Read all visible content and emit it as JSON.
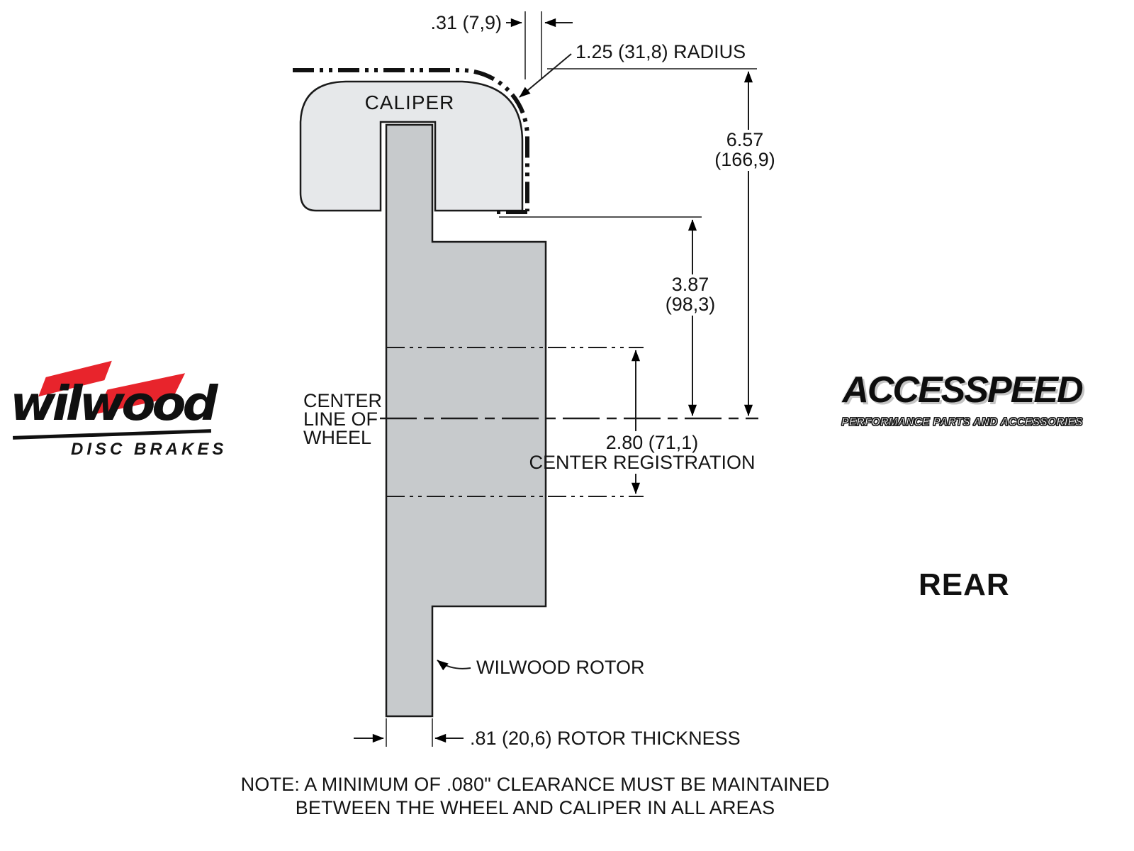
{
  "diagram": {
    "caliper_label": "CALIPER",
    "gap_dim": ".31 (7,9)",
    "radius_dim": "1.25 (31,8) RADIUS",
    "overall_height_dim_value": "6.57",
    "overall_height_dim_metric": "(166,9)",
    "caliper_height_dim_value": "3.87",
    "caliper_height_dim_metric": "(98,3)",
    "centerline_label_1": "CENTER",
    "centerline_label_2": "LINE OF",
    "centerline_label_3": "WHEEL",
    "registration_dim": "2.80 (71,1)",
    "registration_label": "CENTER REGISTRATION",
    "rotor_label": "WILWOOD ROTOR",
    "rotor_thickness_dim": ".81 (20,6) ROTOR THICKNESS"
  },
  "branding": {
    "wilwood_name": "wilwood",
    "wilwood_subtitle": "DISC BRAKES",
    "accesspeed_name": "ACCESSPEED",
    "accesspeed_subtitle": "PERFORMANCE PARTS AND ACCESSORIES"
  },
  "position_label": "REAR",
  "note": {
    "line1": "NOTE: A MINIMUM OF .080\" CLEARANCE MUST BE MAINTAINED",
    "line2": "BETWEEN THE WHEEL AND CALIPER IN ALL AREAS"
  },
  "colors": {
    "caliper_fill": "#e6e8ea",
    "rotor_fill": "#c7cacc",
    "line_color": "#1a1a1a",
    "wilwood_red": "#e8242c"
  }
}
